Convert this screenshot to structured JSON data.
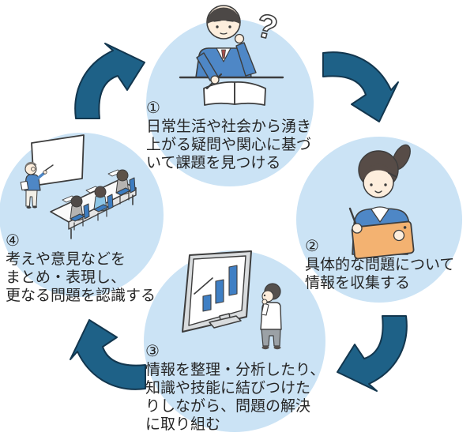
{
  "steps": [
    {
      "number": "①",
      "lines": [
        "日常生活や社会から湧き",
        "上がる疑問や関心に基づ",
        "いて課題を見つける"
      ],
      "illustration": "student-thinking-at-desk"
    },
    {
      "number": "②",
      "lines": [
        "具体的な問題について",
        "情報を収集する"
      ],
      "illustration": "student-collecting-info-with-tablet"
    },
    {
      "number": "③",
      "lines": [
        "情報を整理・分析したり、",
        "知識や技能に結びつけた",
        "りしながら、問題の解決",
        "に取り組む"
      ],
      "illustration": "bar-chart-monitor-with-thinking-person"
    },
    {
      "number": "④",
      "lines": [
        "考えや意見などを",
        "まとめ・表現し、",
        "更なる問題を認識する"
      ],
      "illustration": "classroom-teacher-and-students"
    }
  ],
  "decorations": {
    "question_mark": "?"
  },
  "flow": "clockwise-cycle",
  "colors": {
    "circle_fill": "#cbe3f5",
    "arrow_fill": "#1e6187",
    "arrow_outline": "#12364e",
    "text": "#262626",
    "blazer_blue": "#4e87c6",
    "tablet_orange": "#f3b271",
    "chart_bar_blue": "#3f7fc4",
    "chair_blue": "#3c7cc0"
  }
}
